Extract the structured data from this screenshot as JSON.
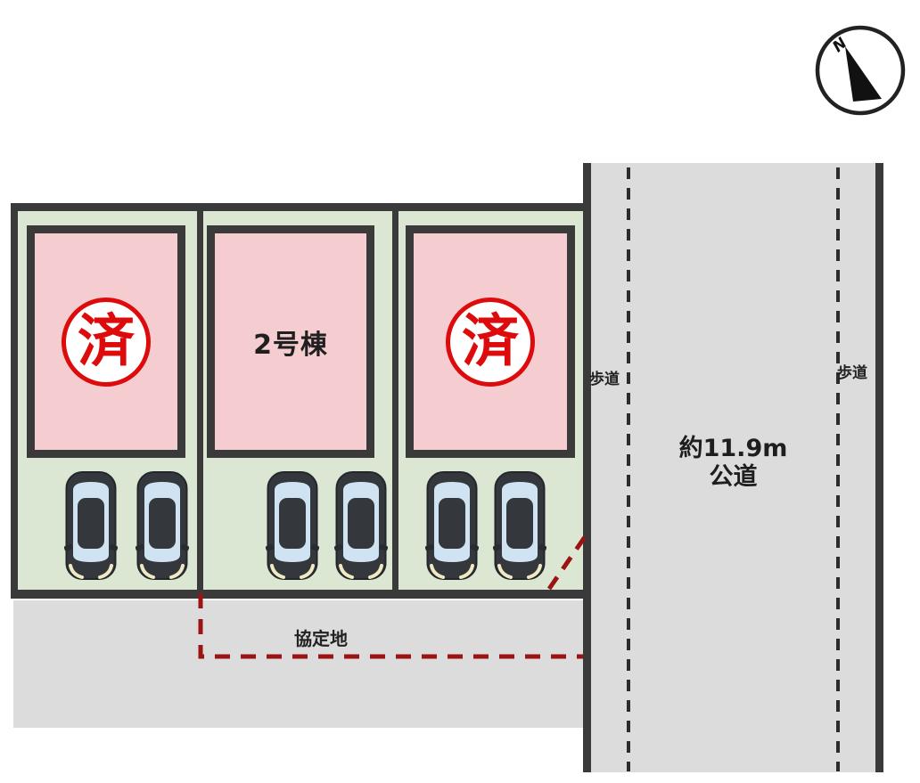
{
  "plan": {
    "compass": {
      "label": "N"
    },
    "road": {
      "sidewalk_left": "歩道",
      "sidewalk_right": "歩道",
      "width_label": "約11.9m",
      "type_label": "公道"
    },
    "lots": [
      {
        "id": "lot-1",
        "stamp": "済"
      },
      {
        "id": "lot-2",
        "label": "2号棟"
      },
      {
        "id": "lot-3",
        "stamp": "済"
      }
    ],
    "agreement_label": "協定地",
    "colors": {
      "lot_green": "#dbe7d2",
      "building_pink": "#f5cdd1",
      "outline_dark": "#3a3a3a",
      "road_gray": "#dcdcdc",
      "stamp_red": "#dd0b0b",
      "boundary_red": "#9b1313",
      "car_body": "#34383c",
      "car_glass": "#cfe3f2"
    }
  }
}
